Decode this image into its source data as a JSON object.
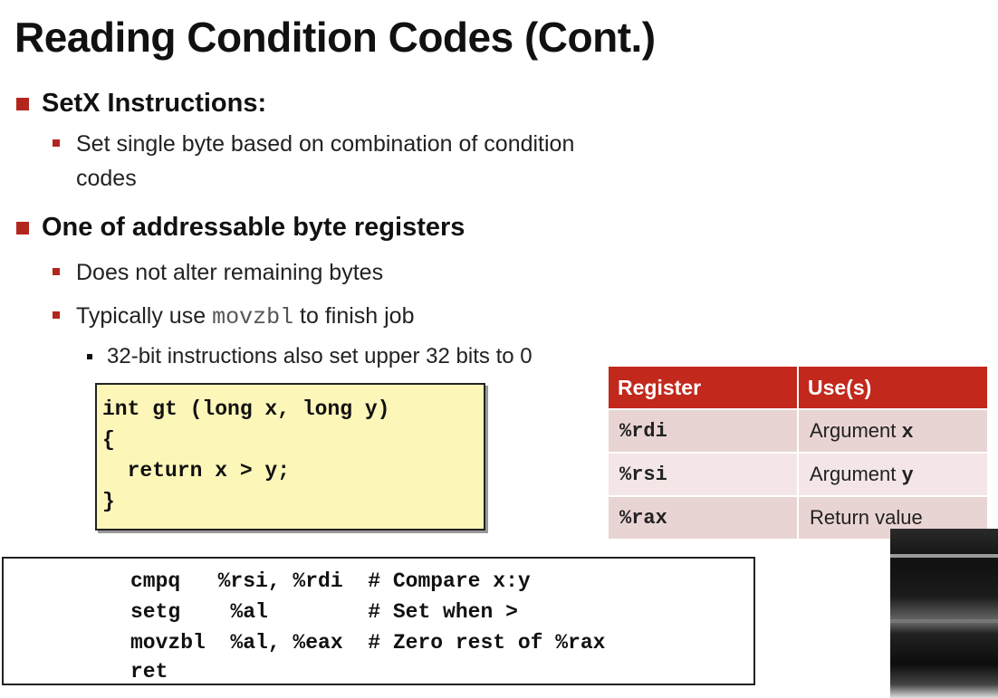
{
  "slide": {
    "title": "Reading Condition Codes (Cont.)",
    "bullets": {
      "setx_heading": "SetX Instructions:",
      "setx_desc_line1": "Set single byte based on combination of condition",
      "setx_desc_line2": "codes",
      "regs_heading": "One of addressable byte registers",
      "no_alter": "Does not alter remaining bytes",
      "typ_prefix": "Typically use ",
      "typ_code": "movzbl",
      "typ_suffix": " to finish job",
      "note_32bit": "32-bit instructions also set upper 32 bits to 0"
    },
    "c_code": [
      "int gt (long x, long y)",
      "{",
      "  return x > y;",
      "}"
    ],
    "register_table": {
      "headers": [
        "Register",
        "Use(s)"
      ],
      "rows": [
        {
          "reg": "%rdi",
          "use": "Argument ",
          "arg": "x"
        },
        {
          "reg": "%rsi",
          "use": "Argument ",
          "arg": "y"
        },
        {
          "reg": "%rax",
          "use": "Return value",
          "arg": ""
        }
      ]
    },
    "assembly": [
      "cmpq   %rsi, %rdi  # Compare x:y",
      "setg    %al        # Set when >",
      "movzbl  %al, %eax  # Zero rest of %rax",
      "ret"
    ]
  },
  "colors": {
    "accent": "#c2281c",
    "code_bg": "#fdf6b9"
  }
}
